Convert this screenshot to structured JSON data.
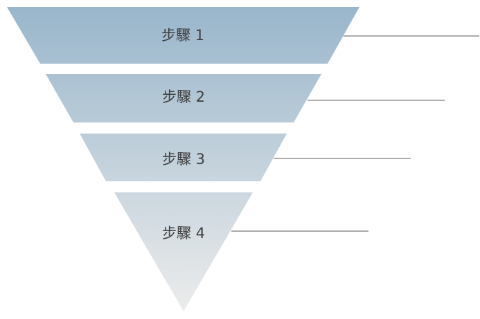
{
  "funnel": {
    "steps": [
      {
        "label": "步驟 1"
      },
      {
        "label": "步驟 2"
      },
      {
        "label": "步驟 3"
      },
      {
        "label": "步驟 4"
      }
    ],
    "colors": {
      "top": "#99b6cb",
      "bottom": "#ececec",
      "text": "#3f3f3f",
      "leader": "#7a7a7a"
    }
  }
}
